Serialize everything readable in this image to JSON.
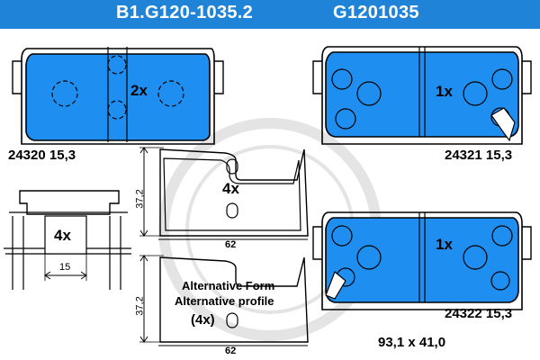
{
  "header": {
    "part_number": "B1.G120-1035.2",
    "reference": "G1201035",
    "background_color": "#1f84d8"
  },
  "pads": {
    "pad_1": {
      "number": "24320",
      "thickness": "15,3",
      "quantity": "2x"
    },
    "pad_2": {
      "number": "24321",
      "thickness": "15,3",
      "quantity": "1x"
    },
    "pad_3": {
      "number": "24322",
      "thickness": "15,3",
      "quantity": "1x"
    },
    "pad_color": "#1e8ff0"
  },
  "clips": {
    "main_quantity": "4x",
    "height_dim": "37,2",
    "width_dim": "62",
    "alternative_label": "Alternative Form",
    "alternative_label_2": "Alternative profile",
    "alternative_quantity": "(4x)",
    "alt_height_dim": "37,2",
    "alt_width_dim": "62"
  },
  "bracket": {
    "quantity": "4x",
    "width_dim": "15"
  },
  "pad_size": "93,1 x 41,0"
}
